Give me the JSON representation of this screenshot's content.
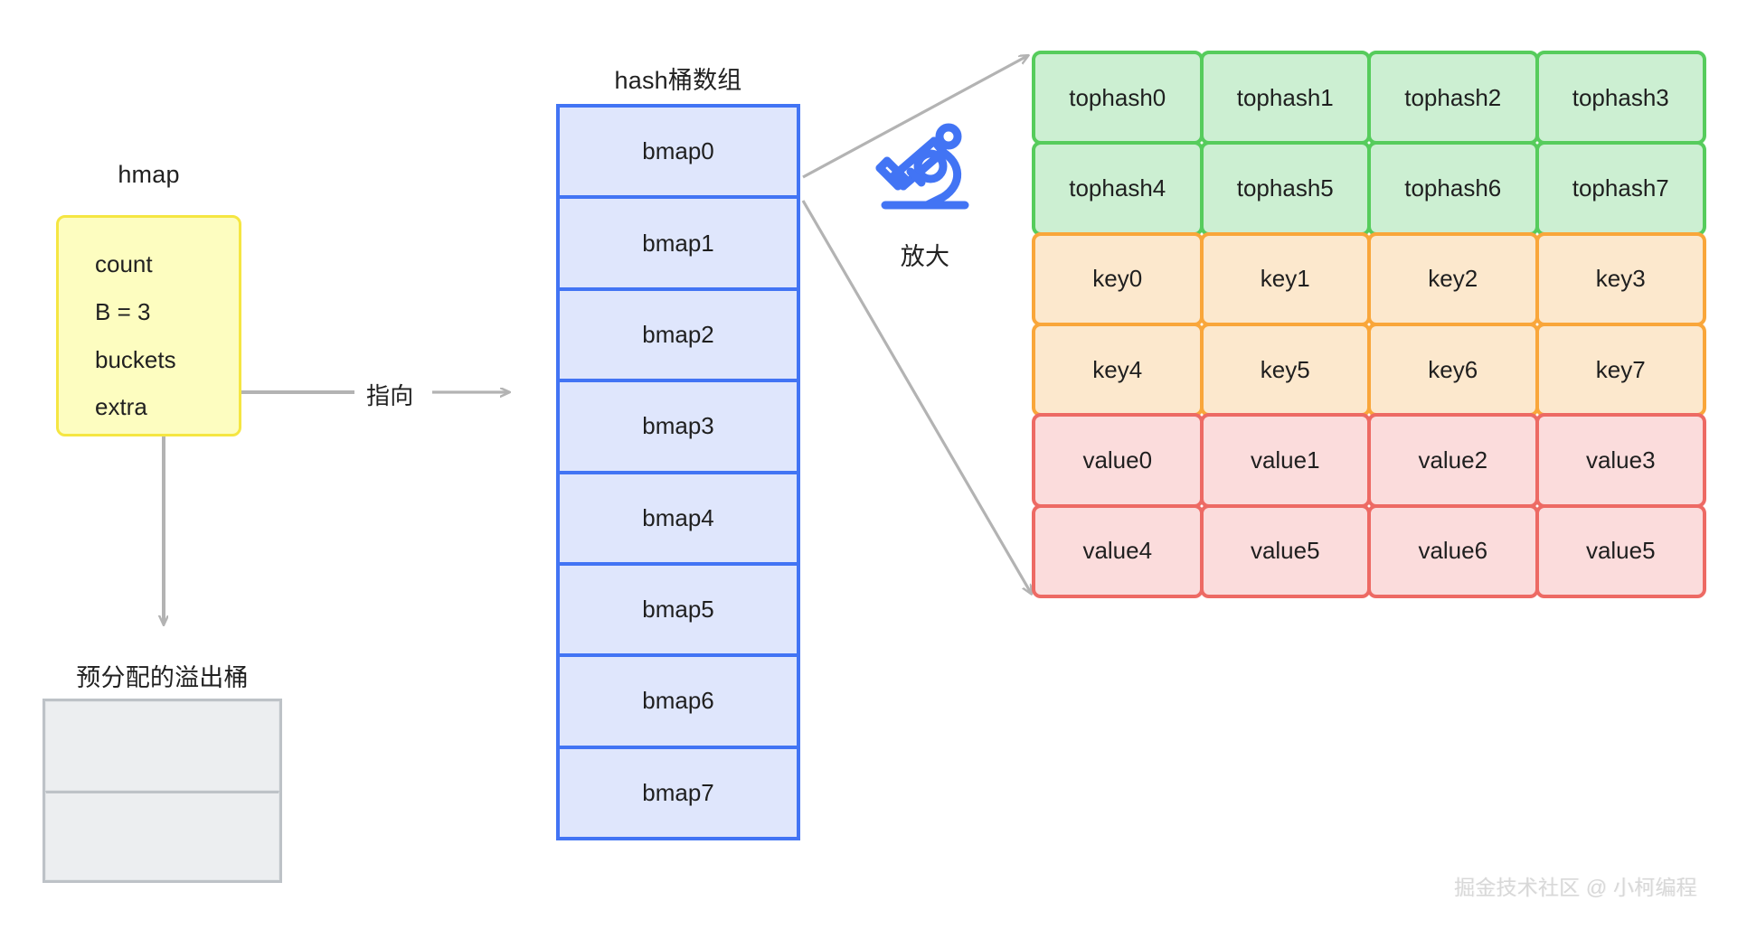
{
  "hmap": {
    "title": "hmap",
    "fields": [
      {
        "label": "count"
      },
      {
        "label": "B = 3"
      },
      {
        "label": "buckets"
      },
      {
        "label": "extra"
      }
    ]
  },
  "pointer": {
    "label": "指向"
  },
  "overflow": {
    "title": "预分配的溢出桶",
    "cells": [
      {
        "label": ""
      },
      {
        "label": ""
      }
    ]
  },
  "bucket_array": {
    "title": "hash桶数组",
    "cells": [
      {
        "label": "bmap0"
      },
      {
        "label": "bmap1"
      },
      {
        "label": "bmap2"
      },
      {
        "label": "bmap3"
      },
      {
        "label": "bmap4"
      },
      {
        "label": "bmap5"
      },
      {
        "label": "bmap6"
      },
      {
        "label": "bmap7"
      }
    ]
  },
  "magnify": {
    "icon": "microscope-icon",
    "label": "放大"
  },
  "detail": {
    "rows": [
      {
        "kind": "tophash",
        "cells": [
          "tophash0",
          "tophash1",
          "tophash2",
          "tophash3"
        ]
      },
      {
        "kind": "tophash",
        "cells": [
          "tophash4",
          "tophash5",
          "tophash6",
          "tophash7"
        ]
      },
      {
        "kind": "key",
        "cells": [
          "key0",
          "key1",
          "key2",
          "key3"
        ]
      },
      {
        "kind": "key",
        "cells": [
          "key4",
          "key5",
          "key6",
          "key7"
        ]
      },
      {
        "kind": "value",
        "cells": [
          "value0",
          "value1",
          "value2",
          "value3"
        ]
      },
      {
        "kind": "value",
        "cells": [
          "value4",
          "value5",
          "value6",
          "value5"
        ]
      }
    ]
  },
  "watermark": {
    "text": "掘金技术社区 @ 小柯编程"
  },
  "colors": {
    "hmap_fill": "#fdfdc0",
    "hmap_border": "#f5e642",
    "bmap_fill": "#dfe6fc",
    "bmap_border": "#4274f4",
    "tophash_fill": "#ccefd2",
    "tophash_border": "#56cc5c",
    "key_fill": "#fce8cd",
    "key_border": "#f9a63a",
    "value_fill": "#fbdcdc",
    "value_border": "#ed6a64",
    "overflow_fill": "#eceef0",
    "overflow_border": "#bdc2c7",
    "connector": "#b3b3b3",
    "icon_blue": "#4274f4"
  }
}
